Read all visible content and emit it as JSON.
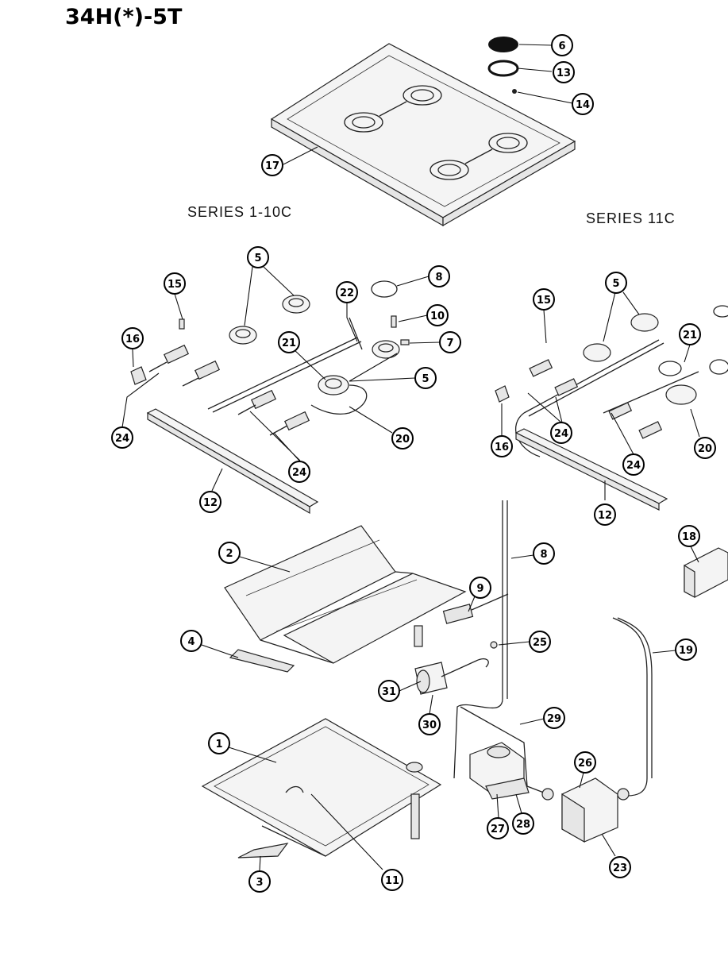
{
  "title": "34H(*)-5T",
  "series_left": "SERIES  1-10C",
  "series_right": "SERIES  11C",
  "callouts": [
    {
      "id": "c6",
      "num": "6"
    },
    {
      "id": "c13",
      "num": "13"
    },
    {
      "id": "c14",
      "num": "14"
    },
    {
      "id": "c17",
      "num": "17"
    },
    {
      "id": "c5a",
      "num": "5"
    },
    {
      "id": "c8a",
      "num": "8"
    },
    {
      "id": "c22",
      "num": "22"
    },
    {
      "id": "c10",
      "num": "10"
    },
    {
      "id": "c7",
      "num": "7"
    },
    {
      "id": "c15a",
      "num": "15"
    },
    {
      "id": "c16a",
      "num": "16"
    },
    {
      "id": "c21a",
      "num": "21"
    },
    {
      "id": "c5b",
      "num": "5"
    },
    {
      "id": "c24a",
      "num": "24"
    },
    {
      "id": "c24b",
      "num": "24"
    },
    {
      "id": "c20a",
      "num": "20"
    },
    {
      "id": "c12a",
      "num": "12"
    },
    {
      "id": "c5c",
      "num": "5"
    },
    {
      "id": "c15b",
      "num": "15"
    },
    {
      "id": "c21b",
      "num": "21"
    },
    {
      "id": "c16b",
      "num": "16"
    },
    {
      "id": "c24c",
      "num": "24"
    },
    {
      "id": "c24d",
      "num": "24"
    },
    {
      "id": "c20b",
      "num": "20"
    },
    {
      "id": "c12b",
      "num": "12"
    },
    {
      "id": "c18",
      "num": "18"
    },
    {
      "id": "c2",
      "num": "2"
    },
    {
      "id": "c8b",
      "num": "8"
    },
    {
      "id": "c9",
      "num": "9"
    },
    {
      "id": "c4",
      "num": "4"
    },
    {
      "id": "c25",
      "num": "25"
    },
    {
      "id": "c19",
      "num": "19"
    },
    {
      "id": "c31",
      "num": "31"
    },
    {
      "id": "c30",
      "num": "30"
    },
    {
      "id": "c29",
      "num": "29"
    },
    {
      "id": "c1",
      "num": "1"
    },
    {
      "id": "c26",
      "num": "26"
    },
    {
      "id": "c27",
      "num": "27"
    },
    {
      "id": "c28",
      "num": "28"
    },
    {
      "id": "c23",
      "num": "23"
    },
    {
      "id": "c3",
      "num": "3"
    },
    {
      "id": "c11",
      "num": "11"
    }
  ]
}
